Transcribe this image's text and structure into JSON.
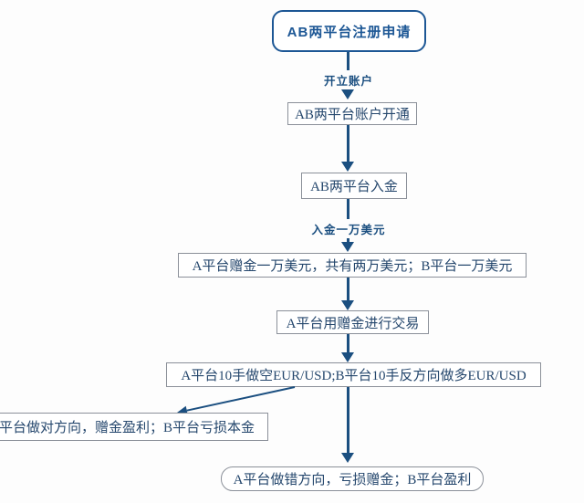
{
  "diagram": {
    "type": "flowchart",
    "nodes": {
      "start": {
        "label": "AB两平台注册申请"
      },
      "account_open": {
        "label": "AB两平台账户开通"
      },
      "deposit": {
        "label": "AB两平台入金"
      },
      "bonus": {
        "label": "A平台赠金一万美元，共有两万美元；B平台一万美元"
      },
      "trade": {
        "label": "A平台用赠金进行交易"
      },
      "hedge": {
        "label": "A平台10手做空EUR/USD;B平台10手反方向做多EUR/USD"
      },
      "result_left": {
        "label": "平台做对方向，赠金盈利；B平台亏损本金"
      },
      "result_bottom": {
        "label": "A平台做错方向，亏损赠金；B平台盈利"
      }
    },
    "edge_labels": {
      "open_account": "开立账户",
      "deposit_amount": "入金一万美元"
    },
    "colors": {
      "accent_navy": "#1d5795",
      "arrow_blue": "#1b4f80",
      "box_border_gray": "#8b9099",
      "text_navy": "#25476d",
      "background": "#fdfdfd"
    }
  }
}
